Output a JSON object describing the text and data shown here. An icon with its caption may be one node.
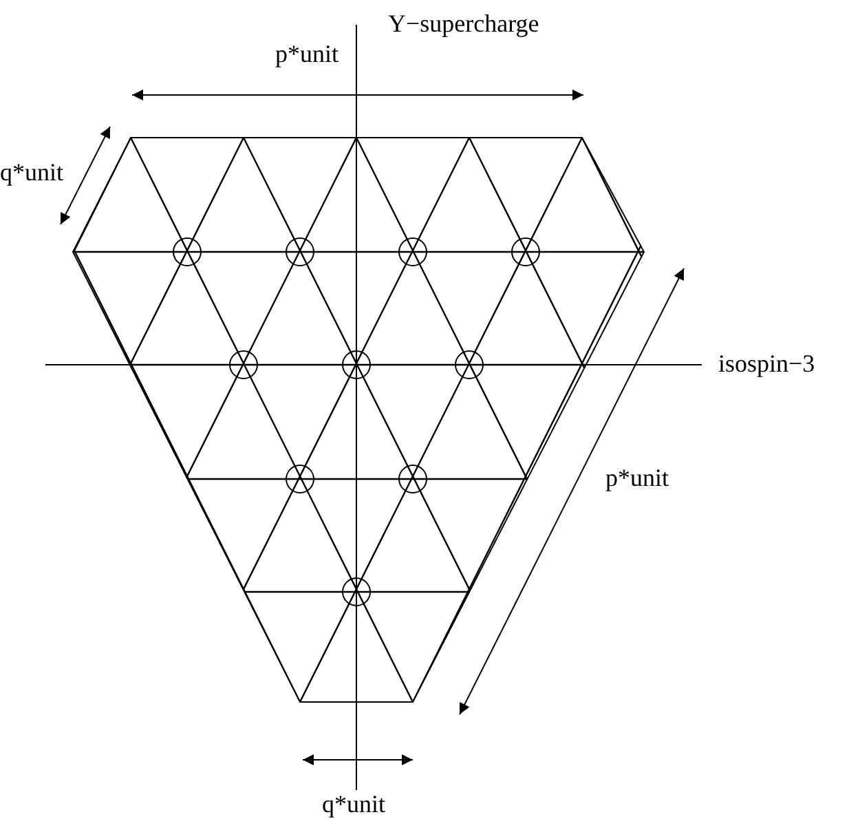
{
  "diagram": {
    "labels": [
      "Y−supercharge",
      "p*unit",
      "q*unit",
      "isospin−3",
      "p*unit",
      "q*unit"
    ]
  }
}
